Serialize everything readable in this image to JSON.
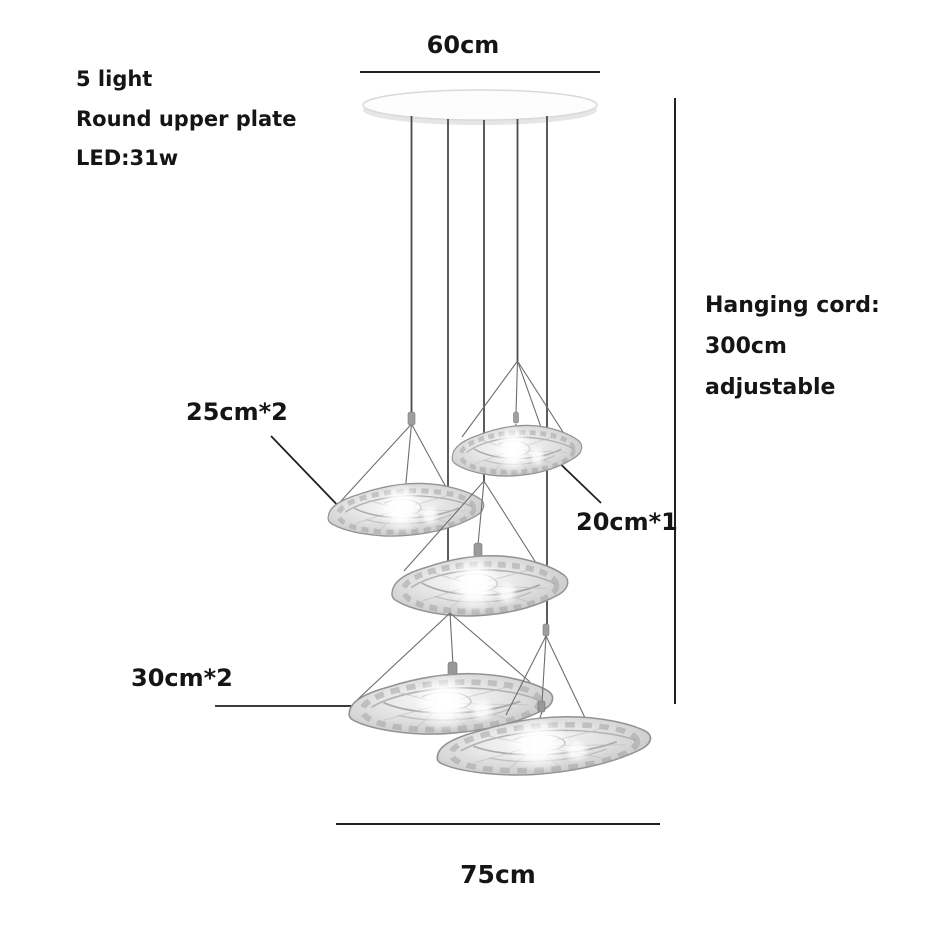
{
  "title": "5-light pendant chandelier dimension diagram",
  "spec": {
    "line1": "5 light",
    "line2": "Round upper plate",
    "line3": "LED:31w"
  },
  "dims": {
    "top_width": "60cm",
    "bottom_width": "75cm",
    "cord": {
      "line1": "Hanging cord:",
      "line2": "300cm",
      "line3": "adjustable"
    },
    "labels": {
      "medium": "25cm*2",
      "small": "20cm*1",
      "large": "30cm*2"
    }
  },
  "colors": {
    "background": "#ffffff",
    "text": "#151515",
    "dimension_line": "#202020",
    "cord": "#4a4a4a",
    "wire": "#6e6e6e",
    "plate_fill": "#fdfdfd",
    "plate_edge": "#d9d9d9",
    "shade_edge": "#939393",
    "glow": "#ffffff"
  }
}
